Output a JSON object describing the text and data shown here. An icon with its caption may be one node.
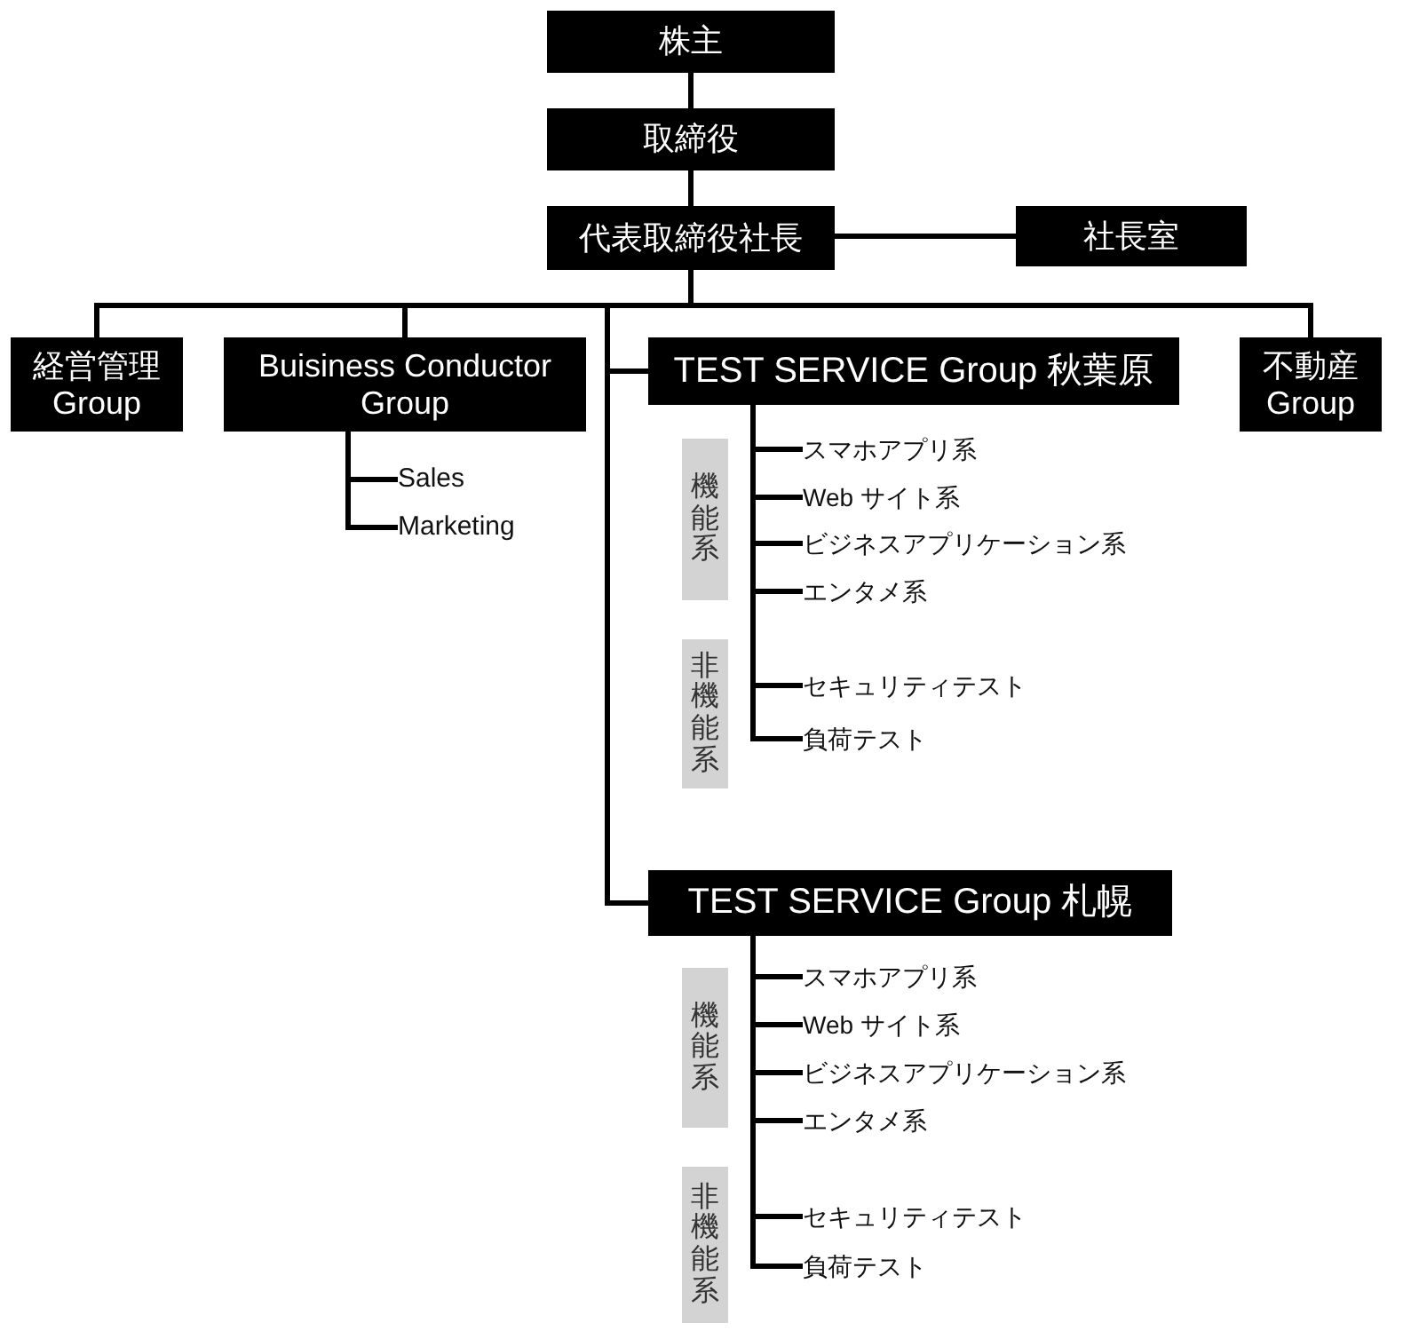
{
  "diagram": {
    "nodes": [
      {
        "text": [
          "株主"
        ]
      },
      {
        "text": [
          "取締役"
        ]
      },
      {
        "text": [
          "代表取締役社長"
        ]
      },
      {
        "text": [
          "社長室"
        ]
      },
      {
        "text": [
          "経営管理 Group"
        ]
      },
      {
        "text": [
          "Buisiness Conductor Group"
        ]
      },
      {
        "text": [
          "TEST SERVICE Group 秋葉原"
        ]
      },
      {
        "text": [
          "不動産 Group"
        ]
      },
      {
        "text": [
          "Sales"
        ]
      },
      {
        "text": [
          "Marketing"
        ]
      },
      {
        "text": [
          "機能系"
        ]
      },
      {
        "text": [
          "スマホアプリ系"
        ]
      },
      {
        "text": [
          "Web サイト系"
        ]
      },
      {
        "text": [
          "ビジネスアプリケーション系"
        ]
      },
      {
        "text": [
          "エンタメ系"
        ]
      },
      {
        "text": [
          "非機能系"
        ]
      },
      {
        "text": [
          "セキュリティテスト"
        ]
      },
      {
        "text": [
          "負荷テスト"
        ]
      },
      {
        "text": [
          "TEST SERVICE Group 札幌"
        ]
      },
      {
        "text": [
          "機能系"
        ]
      },
      {
        "text": [
          "スマホアプリ系"
        ]
      },
      {
        "text": [
          "Web サイト系"
        ]
      },
      {
        "text": [
          "ビジネスアプリケーション系"
        ]
      },
      {
        "text": [
          "エンタメ系"
        ]
      },
      {
        "text": [
          "非機能系"
        ]
      },
      {
        "text": [
          "セキュリティテスト"
        ]
      },
      {
        "text": [
          "負荷テスト"
        ]
      }
    ],
    "edges": [
      {
        "from": 0,
        "to": 1,
        "arrow": "none"
      },
      {
        "from": 1,
        "to": 2,
        "arrow": "none"
      },
      {
        "from": 2,
        "to": 3,
        "arrow": "none"
      },
      {
        "from": 2,
        "to": 4,
        "arrow": "none"
      },
      {
        "from": 2,
        "to": 5,
        "arrow": "none"
      },
      {
        "from": 2,
        "to": 6,
        "arrow": "none"
      },
      {
        "from": 2,
        "to": 7,
        "arrow": "none"
      },
      {
        "from": 2,
        "to": 18,
        "arrow": "none"
      },
      {
        "from": 5,
        "to": 8,
        "arrow": "none"
      },
      {
        "from": 5,
        "to": 9,
        "arrow": "none"
      },
      {
        "from": 6,
        "to": 11,
        "arrow": "none"
      },
      {
        "from": 6,
        "to": 12,
        "arrow": "none"
      },
      {
        "from": 6,
        "to": 13,
        "arrow": "none"
      },
      {
        "from": 6,
        "to": 14,
        "arrow": "none"
      },
      {
        "from": 6,
        "to": 16,
        "arrow": "none"
      },
      {
        "from": 6,
        "to": 17,
        "arrow": "none"
      },
      {
        "from": 18,
        "to": 20,
        "arrow": "none"
      },
      {
        "from": 18,
        "to": 21,
        "arrow": "none"
      },
      {
        "from": 18,
        "to": 22,
        "arrow": "none"
      },
      {
        "from": 18,
        "to": 23,
        "arrow": "none"
      },
      {
        "from": 18,
        "to": 25,
        "arrow": "none"
      },
      {
        "from": 18,
        "to": 26,
        "arrow": "none"
      }
    ]
  }
}
